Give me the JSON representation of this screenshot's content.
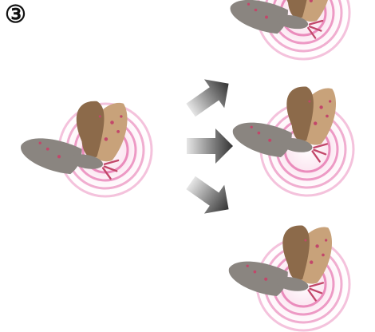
{
  "step_label": "③",
  "diagram": {
    "source": {
      "kind": "moth-with-pheromone-rings",
      "icon": "moth-icon"
    },
    "targets": [
      {
        "kind": "moth-with-pheromone-rings",
        "icon": "moth-icon",
        "partially_visible": true
      },
      {
        "kind": "moth-with-pheromone-rings",
        "icon": "moth-icon"
      },
      {
        "kind": "moth-with-pheromone-rings",
        "icon": "moth-icon"
      }
    ],
    "arrows": [
      {
        "icon": "arrow-up-right-icon",
        "direction": "up-right"
      },
      {
        "icon": "arrow-right-icon",
        "direction": "right"
      },
      {
        "icon": "arrow-down-right-icon",
        "direction": "down-right"
      }
    ]
  },
  "colors": {
    "ring": "#e0509a",
    "moth_forewing": "#c8a27a",
    "moth_forewing_dark": "#8c6a4a",
    "moth_hindwing": "#8a8580",
    "moth_spots": "#c2476a",
    "arrow_dark": "#333333",
    "arrow_light": "#e6e6e6"
  }
}
